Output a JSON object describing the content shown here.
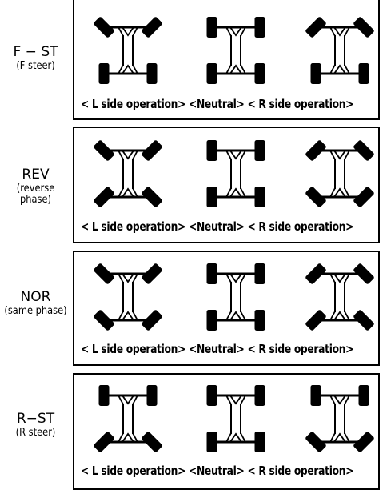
{
  "modes": [
    {
      "name": "F − ST",
      "sub": "(F steer)",
      "cars": [
        {
          "front": "left-tilt",
          "rear": "straight"
        },
        {
          "front": "straight",
          "rear": "straight"
        },
        {
          "front": "right-tilt",
          "rear": "straight"
        }
      ]
    },
    {
      "name": "REV",
      "sub": "(reverse phase)",
      "cars": [
        {
          "front": "left-tilt",
          "rear": "right-tilt"
        },
        {
          "front": "straight",
          "rear": "straight"
        },
        {
          "front": "right-tilt",
          "rear": "left-tilt"
        }
      ]
    },
    {
      "name": "NOR",
      "sub": "(same phase)",
      "cars": [
        {
          "front": "left-tilt",
          "rear": "left-tilt"
        },
        {
          "front": "straight",
          "rear": "straight"
        },
        {
          "front": "right-tilt",
          "rear": "right-tilt"
        }
      ]
    },
    {
      "name": "R−ST",
      "sub": "(R steer)",
      "cars": [
        {
          "front": "straight",
          "rear": "right-tilt"
        },
        {
          "front": "straight",
          "rear": "straight"
        },
        {
          "front": "straight",
          "rear": "left-tilt"
        }
      ]
    }
  ],
  "captions": {
    "left": "< L side operation>",
    "neutral": "<Neutral>",
    "right": "< R side operation>"
  }
}
